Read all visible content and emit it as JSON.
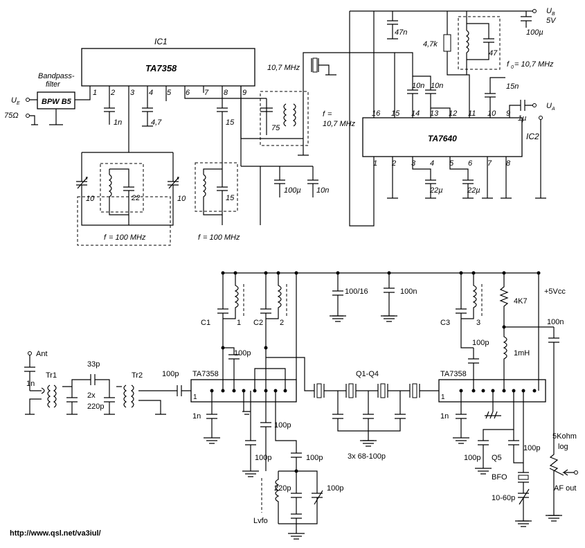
{
  "top": {
    "ic1": {
      "ref": "IC1",
      "part": "TA7358",
      "pins": [
        "1",
        "2",
        "3",
        "4",
        "5",
        "6",
        "7",
        "8",
        "9"
      ]
    },
    "ic2": {
      "ref": "IC2",
      "part": "TA7640",
      "top_pins": [
        "16",
        "15",
        "14",
        "13",
        "12",
        "11",
        "10",
        "9"
      ],
      "bottom_pins": [
        "1",
        "2",
        "3",
        "4",
        "5",
        "6",
        "7",
        "8"
      ]
    },
    "bandpass": {
      "label": "Bandpass-",
      "label2": "filter",
      "part": "BPW B5"
    },
    "input": {
      "ue": "U",
      "ue_sub": "E",
      "imp": "75Ω"
    },
    "ub": {
      "label": "U",
      "sub": "B",
      "volt": "5V"
    },
    "ua": {
      "label": "U",
      "sub": "A"
    },
    "xtal": "10,7 MHz",
    "filter_f0": "f",
    "filter_f0_sub": "0",
    "filter_f0_rest": " = 10,7 MHz",
    "if_f0": "f",
    "if_f0_rest": " = ",
    "if_f0_val": "10,7 MHz",
    "rf_f0": "f",
    "rf_f0_rest": " = 100 MHz",
    "values": {
      "c_1n": "1n",
      "c_4_7": "4,7",
      "c_15a": "15",
      "c_10a": "10",
      "c_22a": "22",
      "c_10b": "10",
      "c_15b": "15",
      "c_75": "75",
      "c_100u": "100µ",
      "c_10n": "10n",
      "c_47n": "47n",
      "r_4_7k": "4,7k",
      "c_47": "47",
      "c_100u_b": "100µ",
      "c_10n_b": "10n",
      "c_10n_c": "10n",
      "c_15n": "15n",
      "c_1u": "1µ",
      "c_22u_a": "22µ",
      "c_22u_b": "22µ"
    }
  },
  "bottom": {
    "ant": "Ant",
    "c1n": "1n",
    "tr1": "Tr1",
    "tr2": "Tr2",
    "c33p": "33p",
    "c2x": "2x",
    "c220p": "220p",
    "c100p_in": "100p",
    "ic_left": "TA7358",
    "ic_right": "TA7358",
    "pin1": "1",
    "c1": "C1",
    "c2": "C2",
    "c3": "C3",
    "l1": "1",
    "l2": "2",
    "l3": "3",
    "c100_16": "100/16",
    "c100n": "100n",
    "vcc": "+5Vcc",
    "r4k7": "4K7",
    "c100n_out": "100n",
    "c100p_a": "100p",
    "c100p_b": "100p",
    "c100p_c": "100p",
    "c100p_d": "100p",
    "c100p_e": "100p",
    "c1n_l": "1n",
    "c1n_r": "1n",
    "l1mh": "1mH",
    "q": "Q1-Q4",
    "caps3x": "3x 68-100p",
    "lvfo": "Lvfo",
    "c220p_vfo": "220p",
    "c100p_vfo": "100p",
    "c100p_r1": "100p",
    "c100p_r2": "100p",
    "q5": "Q5",
    "bfo": "BFO",
    "trim": "10-60p",
    "pot": "5Kohm",
    "pot2": "log",
    "afout": "AF out"
  },
  "footer": {
    "url": "http://www.qsl.net/va3iul/"
  }
}
